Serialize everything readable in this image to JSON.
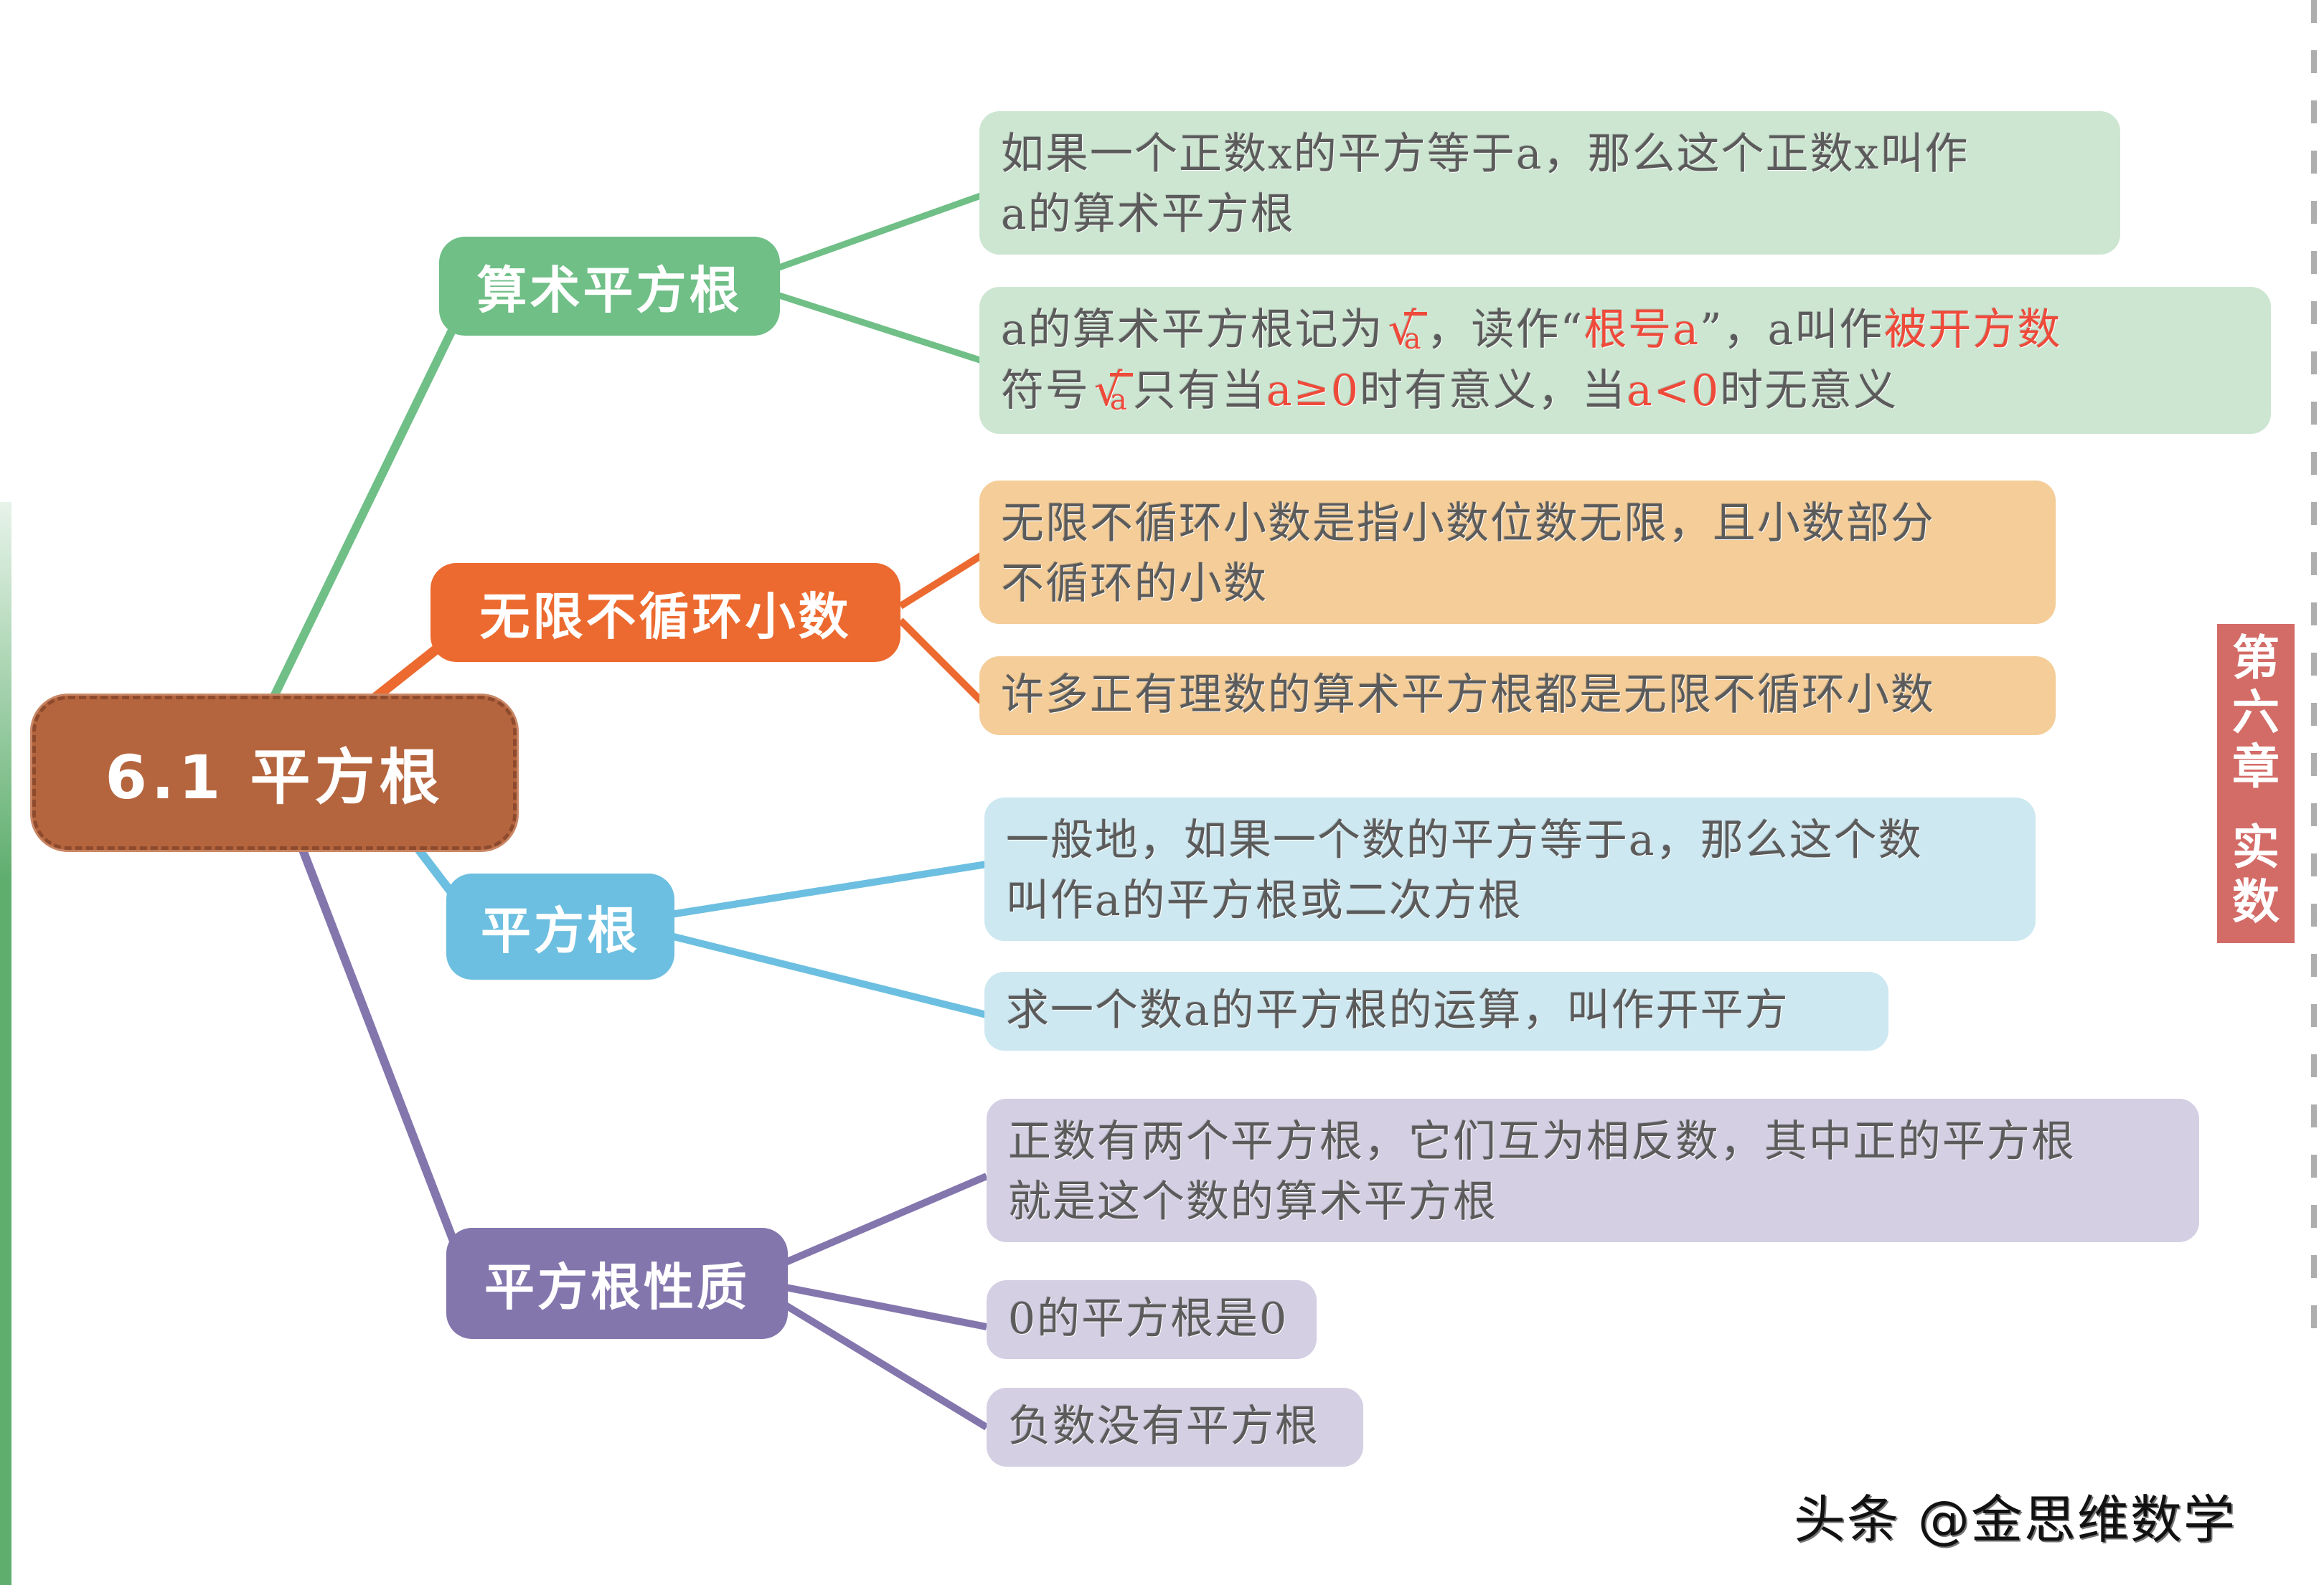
{
  "colors": {
    "root": "#b5653e",
    "green": "#6fbf86",
    "orange": "#ec6a2f",
    "blue": "#6cbfe0",
    "purple": "#8376ad",
    "highlight_red": "#ee4a3a",
    "chapter_tab": "#d36b67"
  },
  "root": {
    "label": "6.1 平方根"
  },
  "branches": [
    {
      "label": "算术平方根",
      "color": "green",
      "leaves": [
        {
          "lines": [
            "如果一个正数x的平方等于a，那么这个正数x叫作",
            "a的算术平方根"
          ]
        },
        {
          "lines": [
            "a的算术平方根记为 √a ，读作“根号a”，a叫作被开方数",
            "符号 √a 只有当a≥0时有意义，当a<0时无意义"
          ],
          "segments": {
            "l1_a": "a的算术平方根记为",
            "l1_sqrt": "a",
            "l1_b": "，读作“",
            "l1_red1": "根号a",
            "l1_c": "”，a叫作",
            "l1_red2": "被开方数",
            "l2_a": "符号",
            "l2_sqrt": "a",
            "l2_b": "只有当",
            "l2_red1": "a≥0",
            "l2_c": "时有意义，当",
            "l2_red2": "a<0",
            "l2_d": "时无意义"
          }
        }
      ]
    },
    {
      "label": "无限不循环小数",
      "color": "orange",
      "leaves": [
        {
          "lines": [
            "无限不循环小数是指小数位数无限，且小数部分",
            "不循环的小数"
          ]
        },
        {
          "lines": [
            "许多正有理数的算术平方根都是无限不循环小数"
          ]
        }
      ]
    },
    {
      "label": "平方根",
      "color": "blue",
      "leaves": [
        {
          "lines": [
            "一般地，如果一个数的平方等于a，那么这个数",
            "叫作a的平方根或二次方根"
          ]
        },
        {
          "lines": [
            "求一个数a的平方根的运算，叫作开平方"
          ]
        }
      ]
    },
    {
      "label": "平方根性质",
      "color": "purple",
      "leaves": [
        {
          "lines": [
            "正数有两个平方根，它们互为相反数，其中正的平方根",
            "就是这个数的算术平方根"
          ]
        },
        {
          "lines": [
            "0的平方根是0"
          ]
        },
        {
          "lines": [
            "负数没有平方根"
          ]
        }
      ]
    }
  ],
  "chapter_tab": {
    "part1": [
      "第",
      "六",
      "章"
    ],
    "part2": [
      "实",
      "数"
    ]
  },
  "watermark": "头条 @金思维数学"
}
